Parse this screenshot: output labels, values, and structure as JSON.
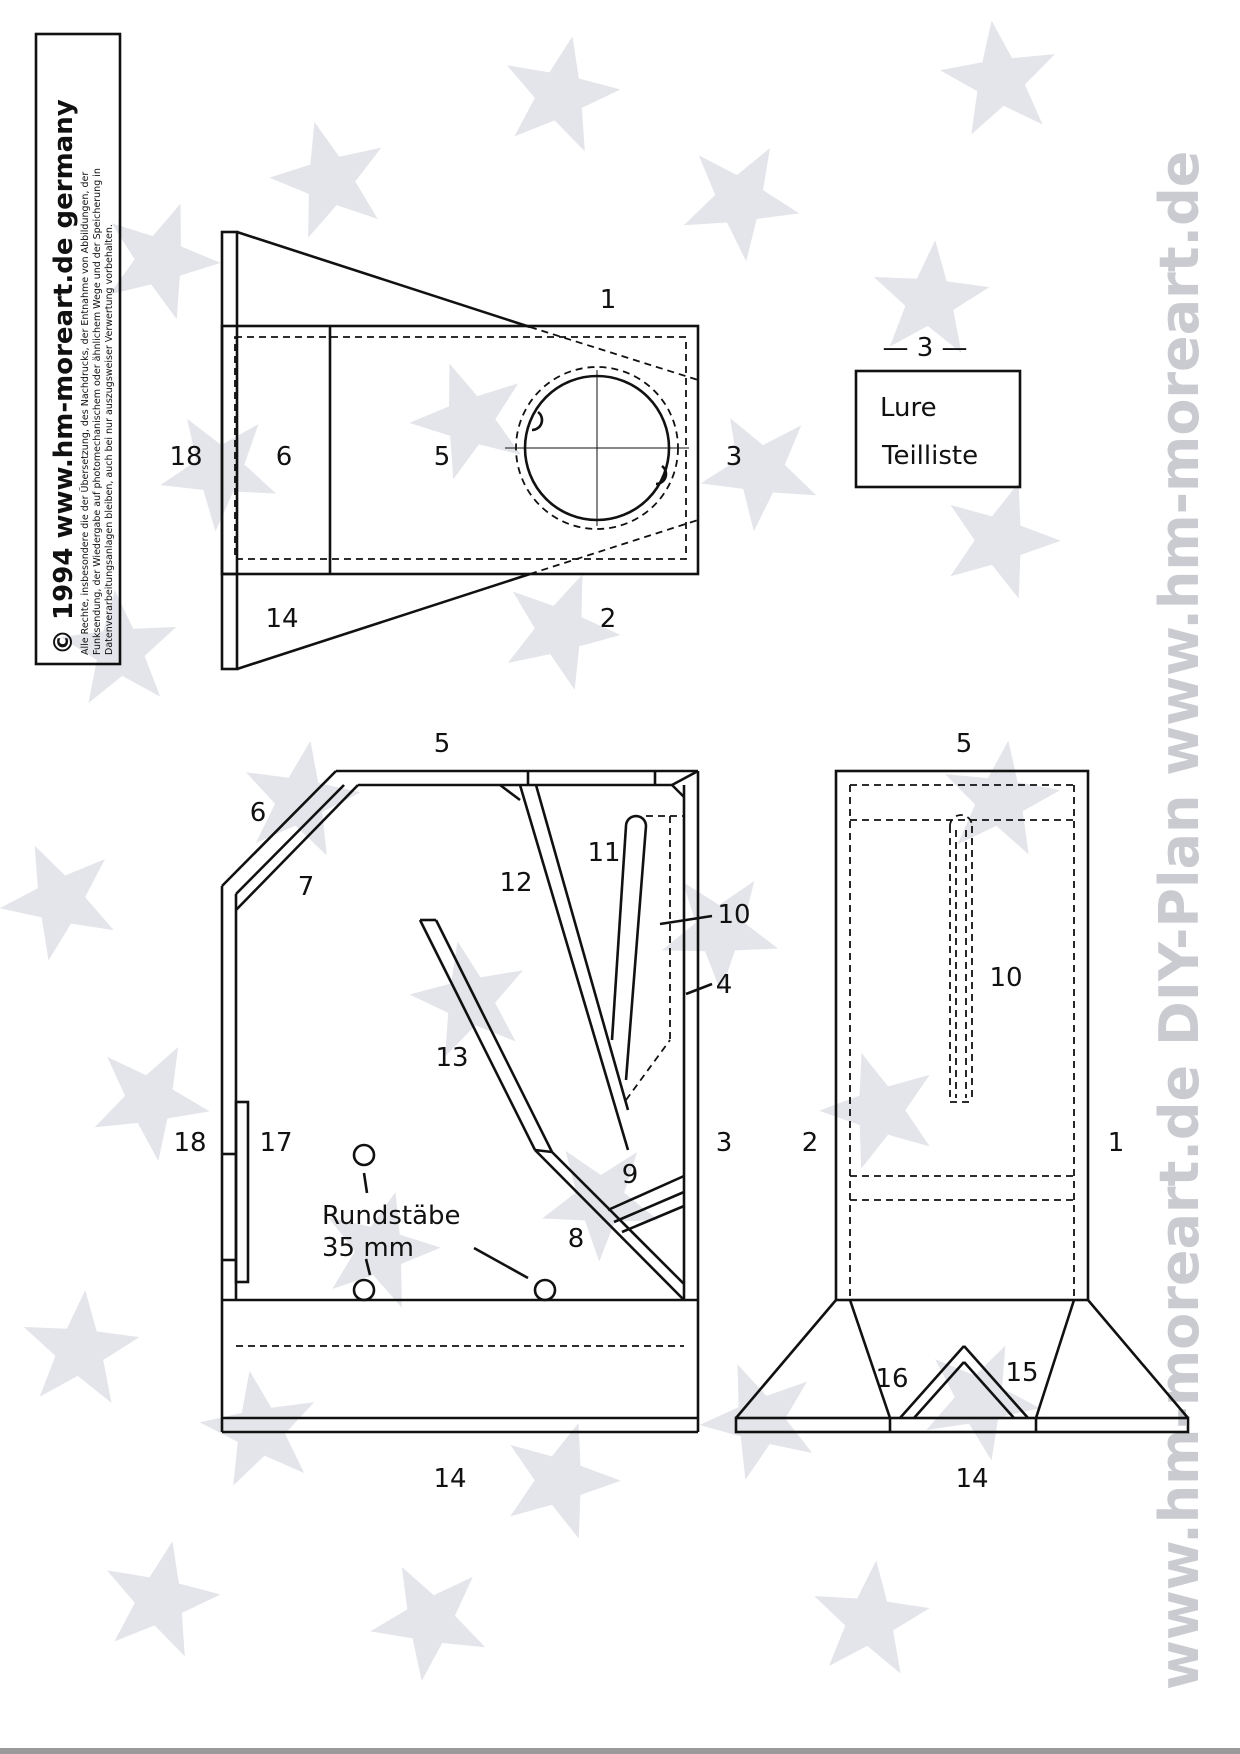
{
  "copyright": {
    "title": "© 1994  www.hm-moreart.de  germany",
    "notice_line1": "Alle Rechte, insbesondere die der Übersetzung, des Nachdrucks, der Entnahme von Abbildungen, der",
    "notice_line2": "Funksendung, der Wiedergabe auf photomechanischem oder ähnlichem Wege und der Speicherung in",
    "notice_line3": "Datenverarbeitungsanlagen bleiben, auch bei nur auszugsweiser Verwertung vorbehalten."
  },
  "watermark": {
    "text": "www.hm-moreart.de   DIY-Plan   www.hm-moreart.de"
  },
  "sheet_label": {
    "number": "— 3 —",
    "line1": "Lure",
    "line2": "Teilliste"
  },
  "top_view": {
    "labels": [
      "1",
      "18",
      "6",
      "5",
      "3",
      "14",
      "2"
    ]
  },
  "side_view": {
    "labels": [
      "5",
      "6",
      "7",
      "12",
      "11",
      "10",
      "4",
      "13",
      "18",
      "17",
      "3",
      "9",
      "8",
      "14"
    ],
    "round_rods_label": "Rundstäbe",
    "round_rods_size": "35 mm"
  },
  "front_view": {
    "labels": [
      "5",
      "10",
      "2",
      "1",
      "16",
      "15",
      "14"
    ]
  }
}
